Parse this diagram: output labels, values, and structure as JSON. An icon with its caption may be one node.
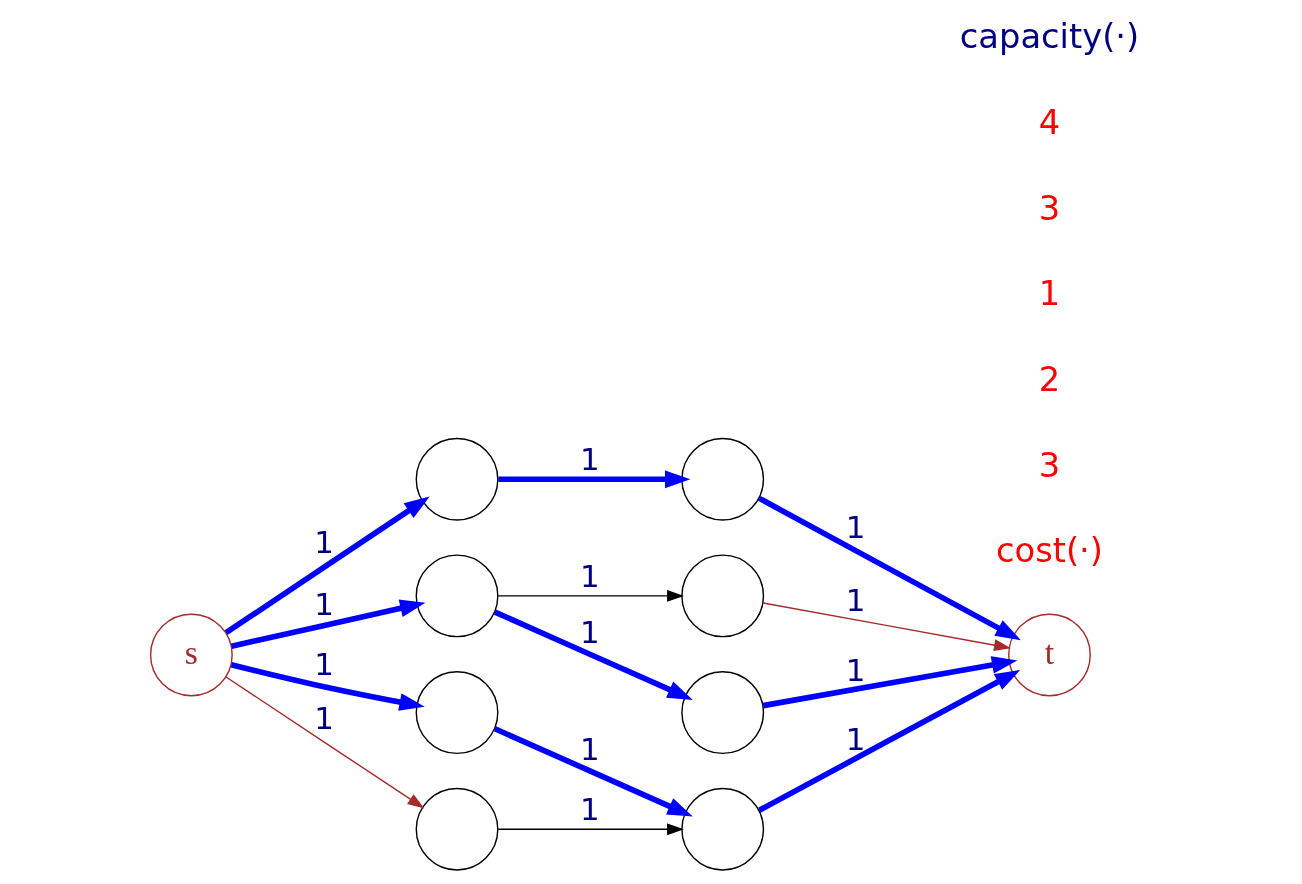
{
  "diagram": {
    "nodes": [
      {
        "text": [
          "s"
        ]
      },
      {
        "text": [],
        "shape": "circle"
      },
      {
        "text": [],
        "shape": "circle"
      },
      {
        "text": [],
        "shape": "circle"
      },
      {
        "text": [],
        "shape": "circle"
      },
      {
        "text": [],
        "shape": "circle"
      },
      {
        "text": [],
        "shape": "circle"
      },
      {
        "text": [],
        "shape": "circle"
      },
      {
        "text": [],
        "shape": "circle"
      },
      {
        "text": [
          "t"
        ]
      }
    ],
    "edges": [
      {
        "from": 0,
        "to": 1,
        "arrow": "to",
        "label": "1"
      },
      {
        "from": 0,
        "to": 2,
        "arrow": "to",
        "label": "1"
      },
      {
        "from": 0,
        "to": 3,
        "arrow": "to",
        "label": "1"
      },
      {
        "from": 0,
        "to": 4,
        "arrow": "to",
        "label": "1",
        "color": "#a52a2a"
      },
      {
        "from": 1,
        "to": 5,
        "arrow": "to",
        "label": "1"
      },
      {
        "from": 2,
        "to": 6,
        "arrow": "to",
        "label": "1",
        "color": "#000000"
      },
      {
        "from": 2,
        "to": 7,
        "arrow": "to",
        "label": "1"
      },
      {
        "from": 3,
        "to": 8,
        "arrow": "to",
        "label": "1"
      },
      {
        "from": 4,
        "to": 8,
        "arrow": "to",
        "label": "1",
        "color": "#000000"
      },
      {
        "from": 5,
        "to": 9,
        "arrow": "to",
        "label": "1"
      },
      {
        "from": 6,
        "to": 9,
        "arrow": "to",
        "label": "1",
        "color": "#a52a2a"
      },
      {
        "from": 7,
        "to": 9,
        "arrow": "to",
        "label": "1"
      },
      {
        "from": 8,
        "to": 9,
        "arrow": "to",
        "label": "1"
      }
    ],
    "labels": [
      "cost(·)",
      "3",
      "2",
      "1",
      "3",
      "4",
      "capacity(·)"
    ]
  }
}
